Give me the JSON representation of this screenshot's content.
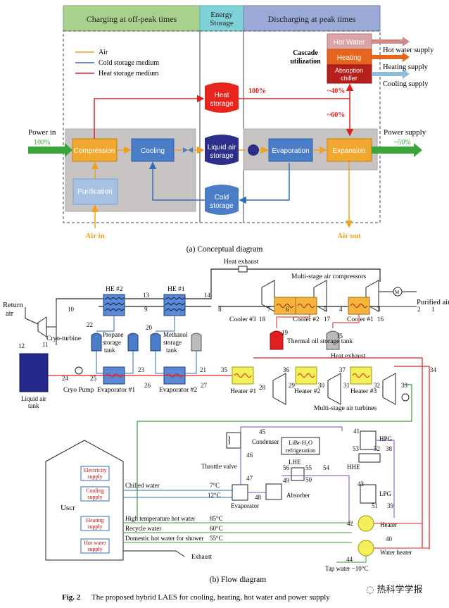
{
  "conceptual": {
    "sections": [
      "Charging at off-peak times",
      "Energy Storage",
      "Discharging at peak times"
    ],
    "legend": [
      "Air",
      "Cold storage medium",
      "Heat storage medium"
    ],
    "power_in": "Power in",
    "power_in_pct": "100%",
    "boxes": {
      "compression": "Compression",
      "cooling": "Cooling",
      "purification": "Purification",
      "heat_storage": "Heat storage",
      "liquid_air_storage": "Liquid air storage",
      "cold_storage": "Cold storage",
      "evaporation": "Evaporation",
      "expansion": "Expansion",
      "hot_water": "Hot Water",
      "heating": "Heating",
      "absorption_chiller": "Absoption chiller"
    },
    "cascade": "Cascade utilization",
    "pct_100": "100%",
    "pct_40": "~40%",
    "pct_60": "~60%",
    "outputs": [
      "Hot water supply",
      "Heating supply",
      "Cooling supply"
    ],
    "power_supply": "Power supply",
    "power_supply_pct": "~50%",
    "air_in": "Air in",
    "air_out": "Air out",
    "caption": "(a) Conceptual diagram"
  },
  "flow": {
    "labels": {
      "heat_exhaust_top": "Heat exhaust",
      "compressors": "Multi-stage air compressors",
      "purified_air": "Purified air",
      "return_air": "Return air",
      "cryo_turbine": "Cryo-turbine",
      "he2": "HE #2",
      "he1": "HE #1",
      "propane_tank": "Propane storage tank",
      "methanol_tank": "Methanol storage tank",
      "cooler3": "Cooler #3",
      "cooler2": "Cooler #2",
      "cooler1": "Cooler #1",
      "thermal_oil": "Thermal oil storage tank",
      "heat_exhaust_mid": "Heat exhaust",
      "liquid_air_tank": "Liquid air tank",
      "cryo_pump": "Cryo Pump",
      "evaporator1": "Evaporator #1",
      "evaporator2": "Evaporator #2",
      "heater1": "Heater #1",
      "heater2": "Heater #2",
      "heater3": "Heater #3",
      "turbines": "Multi-stage air turbines",
      "condenser": "Condenser",
      "libr": "LiBr-H₂O refrigeration",
      "throttle": "Throttle valve",
      "lhe": "LHE",
      "hhe": "HHE",
      "absorber": "Absorber",
      "evaporator": "Evaporator",
      "hpg": "HPG",
      "lpg": "LPG",
      "heater": "Heater",
      "water_heater": "Water heater",
      "tap_water": "Tap water ~10°C",
      "uscr": "Uscr",
      "exhaust": "Exhaust"
    },
    "supplies": [
      "Electricity supply",
      "Cooling supply",
      "Heating supply",
      "Hot water supply"
    ],
    "streams": [
      {
        "name": "Chilled water",
        "temp": "7°C"
      },
      {
        "name": "",
        "temp": "12°C"
      },
      {
        "name": "High temperature hot water",
        "temp": "85°C"
      },
      {
        "name": "Recycle water",
        "temp": "60°C"
      },
      {
        "name": "Domestic hot water for shower",
        "temp": "55°C"
      }
    ],
    "state_points": [
      "1",
      "2",
      "3",
      "4",
      "5",
      "6",
      "7",
      "8",
      "9",
      "10",
      "11",
      "12",
      "13",
      "14",
      "15",
      "16",
      "17",
      "18",
      "19",
      "20",
      "21",
      "22",
      "23",
      "24",
      "25",
      "26",
      "27",
      "28",
      "29",
      "30",
      "31",
      "32",
      "33",
      "34",
      "35",
      "36",
      "37",
      "38",
      "39",
      "40",
      "41",
      "42",
      "43",
      "44",
      "45",
      "46",
      "47",
      "48",
      "49",
      "50",
      "51",
      "52",
      "53",
      "54",
      "55",
      "56"
    ],
    "caption": "(b) Flow diagram"
  },
  "figure_caption": {
    "label": "Fig. 2",
    "text": "The proposed hybrid LAES for cooling, heating, hot water and power supply"
  },
  "watermark": "热科学学报"
}
